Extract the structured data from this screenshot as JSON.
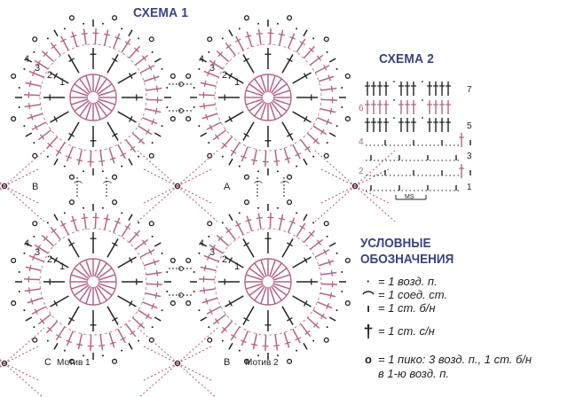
{
  "scheme1": {
    "title": "СХЕМА 1",
    "round_labels": [
      "1",
      "2",
      "3",
      "4"
    ],
    "letters": [
      "В",
      "А",
      "С",
      "В"
    ],
    "motif_labels": [
      "Мотив 1",
      "Мотив 2"
    ]
  },
  "scheme2": {
    "title": "СХЕМА 2",
    "row_numbers": [
      "1",
      "2",
      "3",
      "4",
      "5",
      "6",
      "7"
    ],
    "repeat_label": "MS"
  },
  "legend": {
    "title_line1": "УСЛОВНЫЕ",
    "title_line2": "ОБОЗНАЧЕНИЯ",
    "items": [
      {
        "icon": "dot-icon",
        "text": "= 1 возд. п."
      },
      {
        "icon": "arc-icon",
        "text": "= 1 соед. ст."
      },
      {
        "icon": "short-bar-icon",
        "text": "= 1 ст. б/н"
      },
      {
        "icon": "cross-icon",
        "text": "= 1 ст. с/н"
      },
      {
        "icon": "picot-circle-icon",
        "text": "= 1 пико: 3 возд. п., 1 ст. б/н"
      },
      {
        "icon": "",
        "text": "в 1-ю возд. п."
      }
    ]
  },
  "colors": {
    "title": "#3c4283",
    "pink": "#b4648a",
    "black": "#222222"
  }
}
